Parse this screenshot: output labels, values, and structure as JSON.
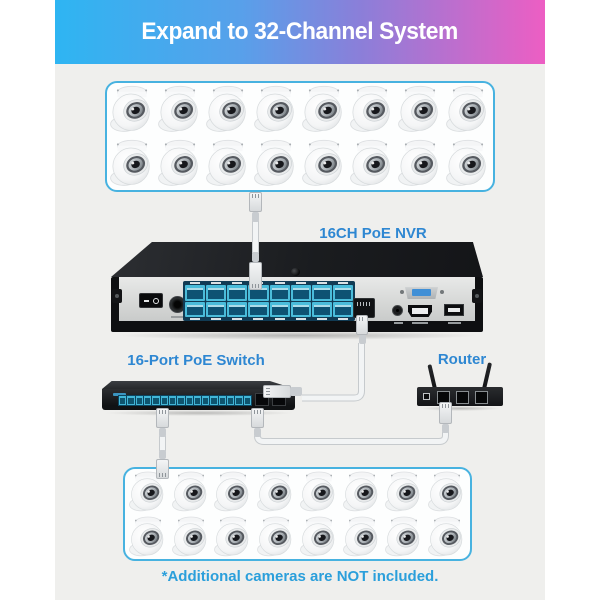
{
  "header": {
    "title": "Expand to 32-Channel System"
  },
  "top_camera_group": {
    "count": 16,
    "per_row": 8
  },
  "bottom_camera_group": {
    "count": 16,
    "per_row": 8
  },
  "nvr": {
    "label": "16CH PoE NVR",
    "poe_port_count": 16,
    "port_columns": 8,
    "port_rows": 2
  },
  "switch": {
    "label": "16-Port PoE Switch",
    "port_count": 16,
    "uplink_port_count": 2
  },
  "router": {
    "label": "Router",
    "lan_port_count": 3,
    "antenna_count": 2
  },
  "footer": {
    "note": "*Additional cameras are NOT included."
  },
  "colors": {
    "banner_gradient": [
      "#2eb5f2",
      "#8a7fd9",
      "#ed5ec3"
    ],
    "banner_text": "#ffffff",
    "device_label": "#2e87d2",
    "footer_text": "#2b9fdb",
    "camera_box_border": "#47b2e0",
    "poe_port": "#4abcda",
    "content_background": "#efefed"
  }
}
